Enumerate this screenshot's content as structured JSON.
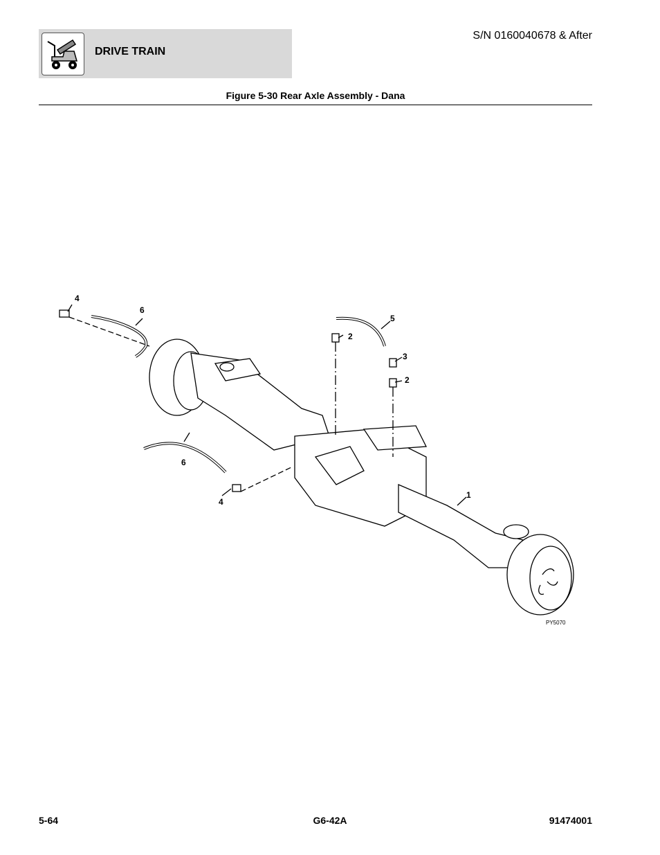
{
  "header": {
    "section_title": "DRIVE TRAIN",
    "serial_number": "S/N 0160040678 & After",
    "icon": "telehandler-icon"
  },
  "figure": {
    "title": "Figure 5-30 Rear Axle Assembly - Dana",
    "id": "PY5070",
    "callouts": [
      "4",
      "6",
      "5",
      "2",
      "3",
      "2",
      "6",
      "4",
      "1"
    ]
  },
  "footer": {
    "page_number": "5-64",
    "model": "G6-42A",
    "part_number": "91474001"
  }
}
